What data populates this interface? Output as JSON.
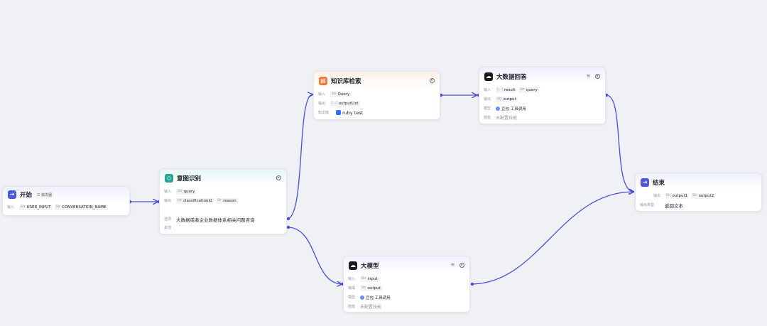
{
  "colors": {
    "edge": "#4a4ed1",
    "canvas_bg": "#f0f1f4",
    "start_icon": "#4e59d8",
    "intent_icon": "#2aa597",
    "kb_icon": "#f07a3c",
    "llm_icon": "#1a1a1a",
    "end_icon": "#4e59d8"
  },
  "nodes": {
    "start": {
      "title": "开始",
      "badge": "☰ 触发器",
      "input_label": "输入",
      "inputs": [
        {
          "type": "Str",
          "name": "USER_INPUT"
        },
        {
          "type": "Str",
          "name": "CONVERSATION_NAME"
        }
      ]
    },
    "intent": {
      "title": "意图识别",
      "input_label": "输入",
      "output_label": "输出",
      "inputs": [
        {
          "type": "Str",
          "name": "query"
        }
      ],
      "outputs": [
        {
          "type": "Int",
          "name": "classificationId"
        },
        {
          "type": "Str",
          "name": "reason"
        }
      ],
      "option_label": "选项",
      "option_text": "大数据或者企业数据体系相关问题咨询",
      "other_label": "其他"
    },
    "knowledge": {
      "title": "知识库检索",
      "input_label": "输入",
      "output_label": "输出",
      "kb_label": "知识库",
      "inputs": [
        {
          "type": "Str",
          "name": "Query"
        }
      ],
      "outputs": [
        {
          "type": "[...]",
          "name": "outputList"
        }
      ],
      "kb_name": "ruby test"
    },
    "bigdata": {
      "title": "大数据回答",
      "input_label": "输入",
      "output_label": "输出",
      "model_label": "模型",
      "skill_label": "技能",
      "inputs": [
        {
          "type": "[...]",
          "name": "result"
        },
        {
          "type": "Str",
          "name": "query"
        }
      ],
      "outputs": [
        {
          "type": "Str",
          "name": "output"
        }
      ],
      "model_name": "豆包·工具调用",
      "skill_value": "未配置技能"
    },
    "llm": {
      "title": "大模型",
      "input_label": "输入",
      "output_label": "输出",
      "model_label": "模型",
      "skill_label": "技能",
      "inputs": [
        {
          "type": "Str",
          "name": "input"
        }
      ],
      "outputs": [
        {
          "type": "Str",
          "name": "output"
        }
      ],
      "model_name": "豆包·工具调用",
      "skill_value": "未配置技能"
    },
    "end": {
      "title": "结束",
      "output_label": "输出",
      "output_type_label": "输出类型",
      "outputs": [
        {
          "type": "Str",
          "name": "output1"
        },
        {
          "type": "Str",
          "name": "output2"
        }
      ],
      "output_type_value": "返回文本"
    }
  }
}
